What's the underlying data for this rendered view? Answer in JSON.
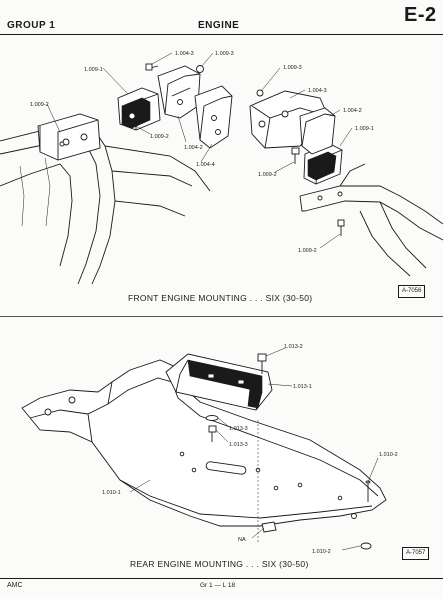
{
  "header": {
    "group": "GROUP 1",
    "section": "ENGINE",
    "page_id": "E-2"
  },
  "front_figure": {
    "caption": "FRONT ENGINE MOUNTING . . . SIX  (30-50)",
    "figure_id": "A-7056",
    "callouts": [
      "1.004-3",
      "1.009-3",
      "1.009-1",
      "1.009-2",
      "1.009-2",
      "1.004-2",
      "1.004-4",
      "1.009-3",
      "1.004-3",
      "1.004-2",
      "1.009-1",
      "1.009-2",
      "1.009-2"
    ]
  },
  "rear_figure": {
    "caption": "REAR ENGINE MOUNTING . . . SIX  (30-50)",
    "figure_id": "A-7057",
    "callouts": [
      "1.013-2",
      "1.013-1",
      "1.013-3",
      "1.013-3",
      "1.010-2",
      "1.010-1",
      "NA",
      "1.010-2"
    ]
  },
  "footer": {
    "left": "AMC",
    "center": "Gr  1  —  L  18"
  }
}
